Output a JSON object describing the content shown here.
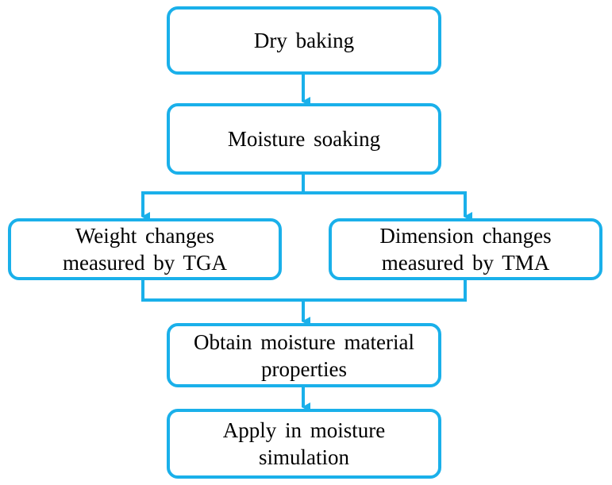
{
  "flowchart": {
    "dry_baking": {
      "label": "Dry baking"
    },
    "moisture_soaking": {
      "label": "Moisture soaking"
    },
    "weight_changes": {
      "line1": "Weight changes",
      "line2": "measured by TGA"
    },
    "dimension_changes": {
      "line1": "Dimension changes",
      "line2": "measured by TMA"
    },
    "obtain_properties": {
      "line1": "Obtain moisture material",
      "line2": "properties"
    },
    "apply_simulation": {
      "line1": "Apply in moisture",
      "line2": "simulation"
    }
  },
  "colors": {
    "accent": "#1ab0ea",
    "text": "#000000",
    "background": "#ffffff"
  }
}
